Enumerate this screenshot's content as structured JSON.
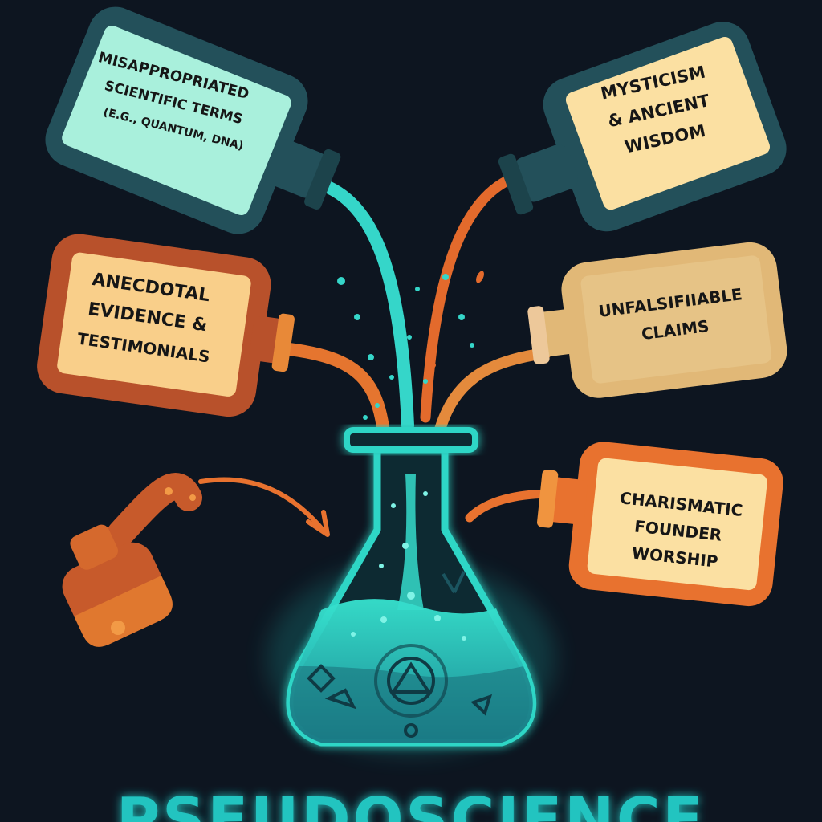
{
  "title": "PSEUDOSCIENCE",
  "colors": {
    "background": "#0d1520",
    "teal": "#2fd6c6",
    "orange": "#e8722f",
    "rust": "#b8512b",
    "dark_teal_bottle": "#23505a",
    "tan": "#e1b877",
    "cream_label": "#fbe0a2",
    "mint_label": "#a9f0dc"
  },
  "bottles": [
    {
      "label_lines": [
        "MISAPPROPRIATED",
        "SCIENTIFIC TERMS",
        "(E.G., QUANTUM, DNA)"
      ]
    },
    {
      "label_lines": [
        "MYSTICISM",
        "& ANCIENT",
        "WISDOM"
      ]
    },
    {
      "label_lines": [
        "ANECDOTAL",
        "EVIDENCE &",
        "TESTIMONIALS"
      ]
    },
    {
      "label_lines": [
        "UNFALSIFIIABLE",
        "CLAIMS"
      ]
    },
    {
      "label_lines": [
        "CHARISMATIC",
        "FOUNDER",
        "WORSHIP"
      ]
    }
  ],
  "icons": {
    "flask": "flask-icon",
    "symbol": "triangle-circle-icon",
    "arrow": "arrow-icon"
  }
}
